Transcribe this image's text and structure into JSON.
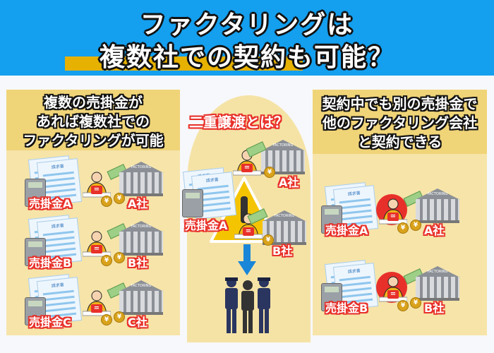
{
  "header": {
    "title_line1": "ファクタリングは",
    "title_line2": "複数社での契約も可能？",
    "bg_color": "#149fef",
    "highlight_color": "#e6b100"
  },
  "left_panel": {
    "heading_lines": [
      "複数の売掛金が",
      "あれば複数社での",
      "ファクタリングが可能"
    ],
    "rows": [
      {
        "receivable": "売掛金A",
        "company": "A社"
      },
      {
        "receivable": "売掛金B",
        "company": "B社"
      },
      {
        "receivable": "売掛金C",
        "company": "C社"
      }
    ]
  },
  "center_panel": {
    "heading": "二重譲渡とは？",
    "receivable": "売掛金A",
    "company_a": "A社",
    "company_b": "B社",
    "warning_icon": "warning-triangle-exclamation",
    "arrow_icon": "arrow-down",
    "arrest_icon": "police-arrest"
  },
  "right_panel": {
    "heading_lines": [
      "契約中でも別の売掛金で",
      "他のファクタリング会社",
      "と契約できる"
    ],
    "rows": [
      {
        "receivable": "売掛金A",
        "company": "A社"
      },
      {
        "receivable": "売掛金B",
        "company": "B社"
      }
    ]
  },
  "illustration_text": {
    "invoice": "請求書",
    "bank_sign": "FACTORING",
    "yen": "¥"
  },
  "colors": {
    "label_outline": "#e8302a",
    "panel_header": "#f0d478",
    "panel_body": "#f6e4a9",
    "center_bg": "#f5e3a6"
  }
}
